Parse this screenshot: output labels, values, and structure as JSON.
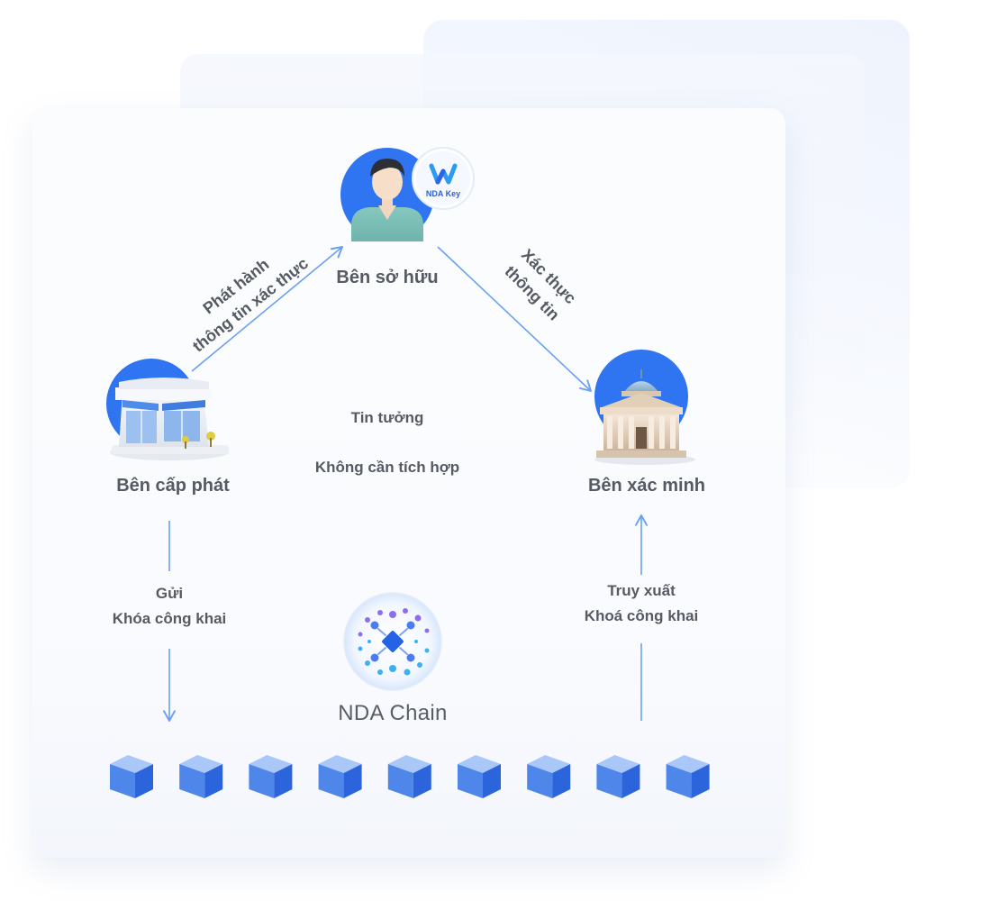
{
  "nodes": {
    "owner": {
      "label": "Bên sở hữu"
    },
    "issuer": {
      "label": "Bên cấp phát"
    },
    "verifier": {
      "label": "Bên xác minh"
    },
    "chain": {
      "label": "NDA Chain"
    }
  },
  "badge": {
    "label": "NDA Key"
  },
  "edges": {
    "issue": {
      "line1": "Phát hành",
      "line2": "thông tin xác thực"
    },
    "verify": {
      "line1": "Xác thực",
      "line2": "thông tin"
    },
    "send": {
      "line1": "Gửi",
      "line2": "Khóa công khai"
    },
    "retrieve": {
      "line1": "Truy xuất",
      "line2": "Khoá công khai"
    }
  },
  "center": {
    "trust": "Tin tưởng",
    "no_integration": "Không cần tích hợp"
  },
  "colors": {
    "accent": "#2f74f0",
    "arrow": "#6a9ff2",
    "text": "#555a63"
  },
  "blocks": {
    "count": 9
  }
}
